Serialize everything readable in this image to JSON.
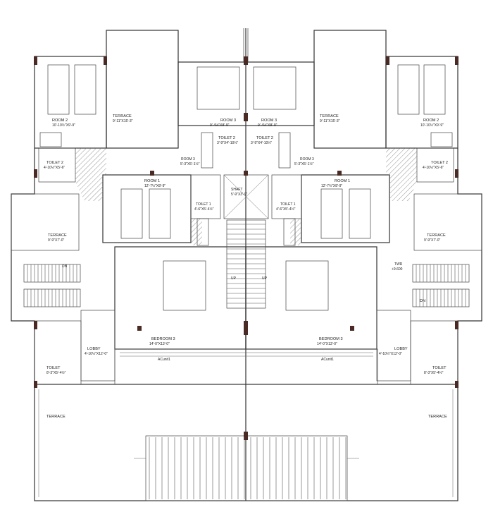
{
  "rooms": [
    {
      "id": "room2-left",
      "name": "ROOM 2",
      "dim": "10'-10½\"X9'-9\""
    },
    {
      "id": "terrace-tl",
      "name": "TERRACE",
      "dim": "9'-11\"X15'-3\""
    },
    {
      "id": "room3-l",
      "name": "ROOM 3",
      "dim": "9'-4½\"X8'-9\""
    },
    {
      "id": "room3-r",
      "name": "ROOM 3",
      "dim": "9'-4½\"X8'-9\""
    },
    {
      "id": "terrace-tr",
      "name": "TERRACE",
      "dim": "9'-11\"X15'-3\""
    },
    {
      "id": "room2-right",
      "name": "ROOM 2",
      "dim": "10'-10½\"X9'-9\""
    },
    {
      "id": "toilet2-l-inner",
      "name": "TOILET 2",
      "dim": "3'-9\"X4'-10½\""
    },
    {
      "id": "toilet2-r-inner",
      "name": "TOILET 2",
      "dim": "3'-9\"X4'-10½\""
    },
    {
      "id": "toilet2-left",
      "name": "TOILET 2",
      "dim": "4'-10½\"X5'-6\""
    },
    {
      "id": "toilet2-right",
      "name": "TOILET 2",
      "dim": "4'-10½\"X5'-6\""
    },
    {
      "id": "room3-small-l",
      "name": "ROOM 3",
      "dim": "5'-3\"X5'-1½\""
    },
    {
      "id": "room3-small-r",
      "name": "ROOM 3",
      "dim": "5'-3\"X5'-1½\""
    },
    {
      "id": "room1-l",
      "name": "ROOM 1",
      "dim": "12'-7½\"X8'-9\""
    },
    {
      "id": "room1-r",
      "name": "ROOM 1",
      "dim": "12'-7½\"X8'-9\""
    },
    {
      "id": "shaft",
      "name": "SHAFT",
      "dim": "5'-9\"X3'-9\""
    },
    {
      "id": "toilet1-l",
      "name": "TOILET 1",
      "dim": "4'-6\"X5'-4½\""
    },
    {
      "id": "toilet1-r",
      "name": "TOILET 1",
      "dim": "4'-6\"X5'-4½\""
    },
    {
      "id": "terrace-ml",
      "name": "TERRACE",
      "dim": "9'-9\"X7'-0\""
    },
    {
      "id": "terrace-mr",
      "name": "TERRACE",
      "dim": "9'-9\"X7'-0\""
    },
    {
      "id": "bedroom3-l",
      "name": "BEDROOM 3",
      "dim": "14'-0\"X13'-0\""
    },
    {
      "id": "bedroom3-r",
      "name": "BEDROOM 3",
      "dim": "14'-0\"X13'-0\""
    },
    {
      "id": "lobby-l",
      "name": "LOBBY",
      "dim": "4'-10½\"X12'-0\""
    },
    {
      "id": "lobby-r",
      "name": "LOBBY",
      "dim": "4'-10½\"X12'-0\""
    },
    {
      "id": "toilet-l",
      "name": "TOILET",
      "dim": "8'-3\"X5'-4½\""
    },
    {
      "id": "toilet-r",
      "name": "TOILET",
      "dim": "8'-3\"X5'-4½\""
    },
    {
      "id": "terrace-bl",
      "name": "TERRACE",
      "dim": ""
    },
    {
      "id": "terrace-br",
      "name": "TERRACE",
      "dim": ""
    }
  ],
  "labels": {
    "up_left": "UP",
    "up_right": "UP",
    "dn_left": "DN",
    "dn_right": "DN",
    "acunit_left": "ACunit1",
    "acunit_right": "ACunit1",
    "level_mark": "+9.600",
    "level_tag": "TWR"
  }
}
